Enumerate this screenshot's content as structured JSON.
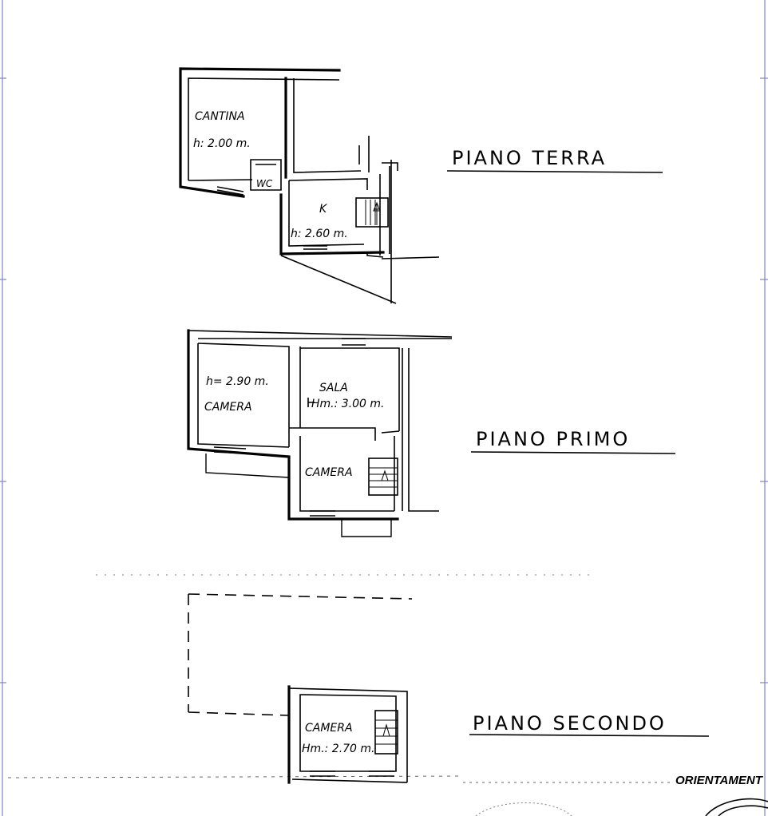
{
  "floors": {
    "terra": {
      "title": "PIANO TERRA",
      "rooms": {
        "cantina": "CANTINA",
        "cantina_height": "h: 2.00 m.",
        "wc": "WC",
        "kitchen": "K",
        "kitchen_height": "h: 2.60 m."
      }
    },
    "primo": {
      "title": "PIANO PRIMO",
      "rooms": {
        "camera_height": "h= 2.90 m.",
        "camera": "CAMERA",
        "sala": "SALA",
        "sala_height": "Hm.: 3.00 m.",
        "camera2": "CAMERA"
      }
    },
    "secondo": {
      "title": "PIANO SECONDO",
      "rooms": {
        "camera": "CAMERA",
        "camera_height": "Hm.: 2.70 m."
      }
    }
  },
  "orientation_label": "ORIENTAMENT"
}
